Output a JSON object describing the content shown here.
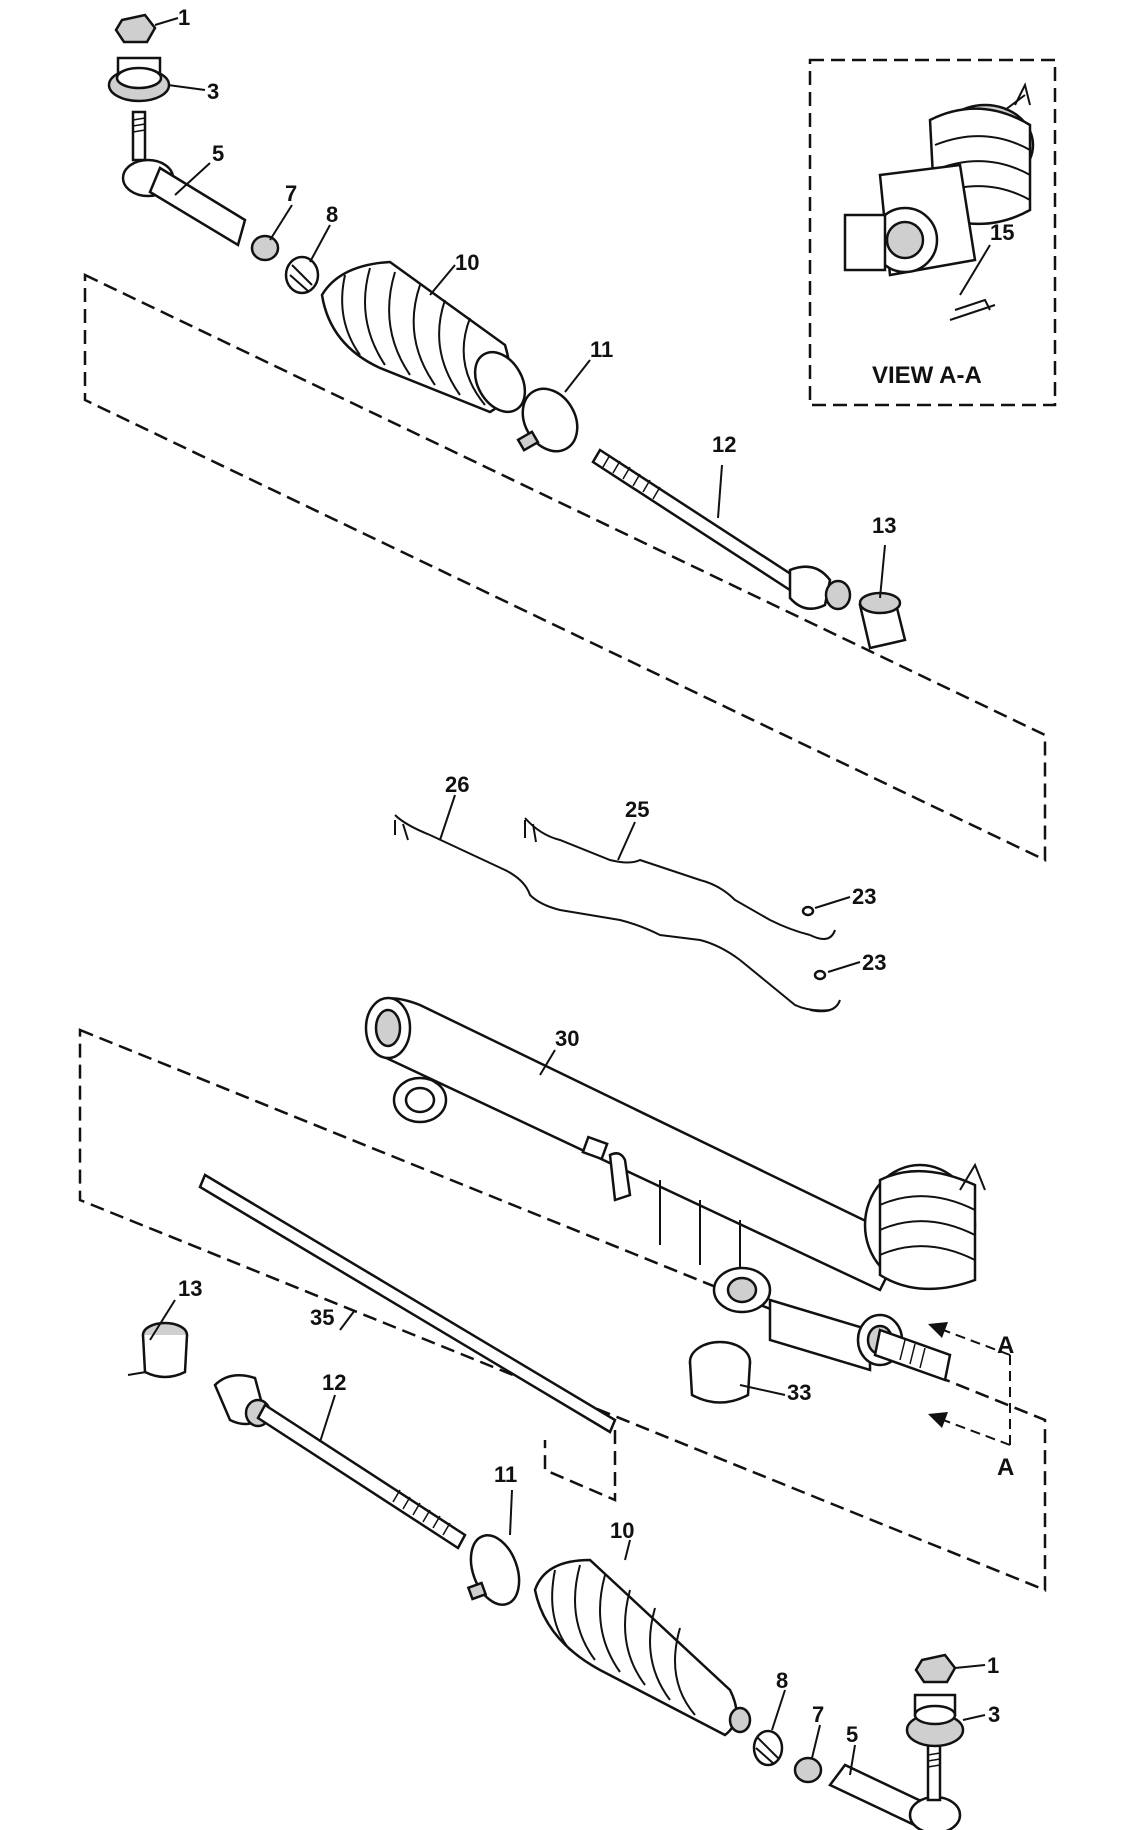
{
  "view_box": {
    "title": "VIEW A-A",
    "callout": "15"
  },
  "callouts": {
    "top_1": "1",
    "top_3": "3",
    "top_5": "5",
    "top_7": "7",
    "top_8": "8",
    "top_10": "10",
    "top_11": "11",
    "top_12": "12",
    "top_13": "13",
    "line_26": "26",
    "line_25": "25",
    "oring_23_a": "23",
    "oring_23_b": "23",
    "housing_30": "30",
    "bot_13": "13",
    "rod_35": "35",
    "bot_12": "12",
    "plug_33": "33",
    "bot_11": "11",
    "bot_10": "10",
    "bot_8": "8",
    "bot_7": "7",
    "bot_5": "5",
    "bot_1": "1",
    "bot_3": "3"
  },
  "section_markers": {
    "arrow_a_upper": "A",
    "arrow_a_lower": "A"
  }
}
